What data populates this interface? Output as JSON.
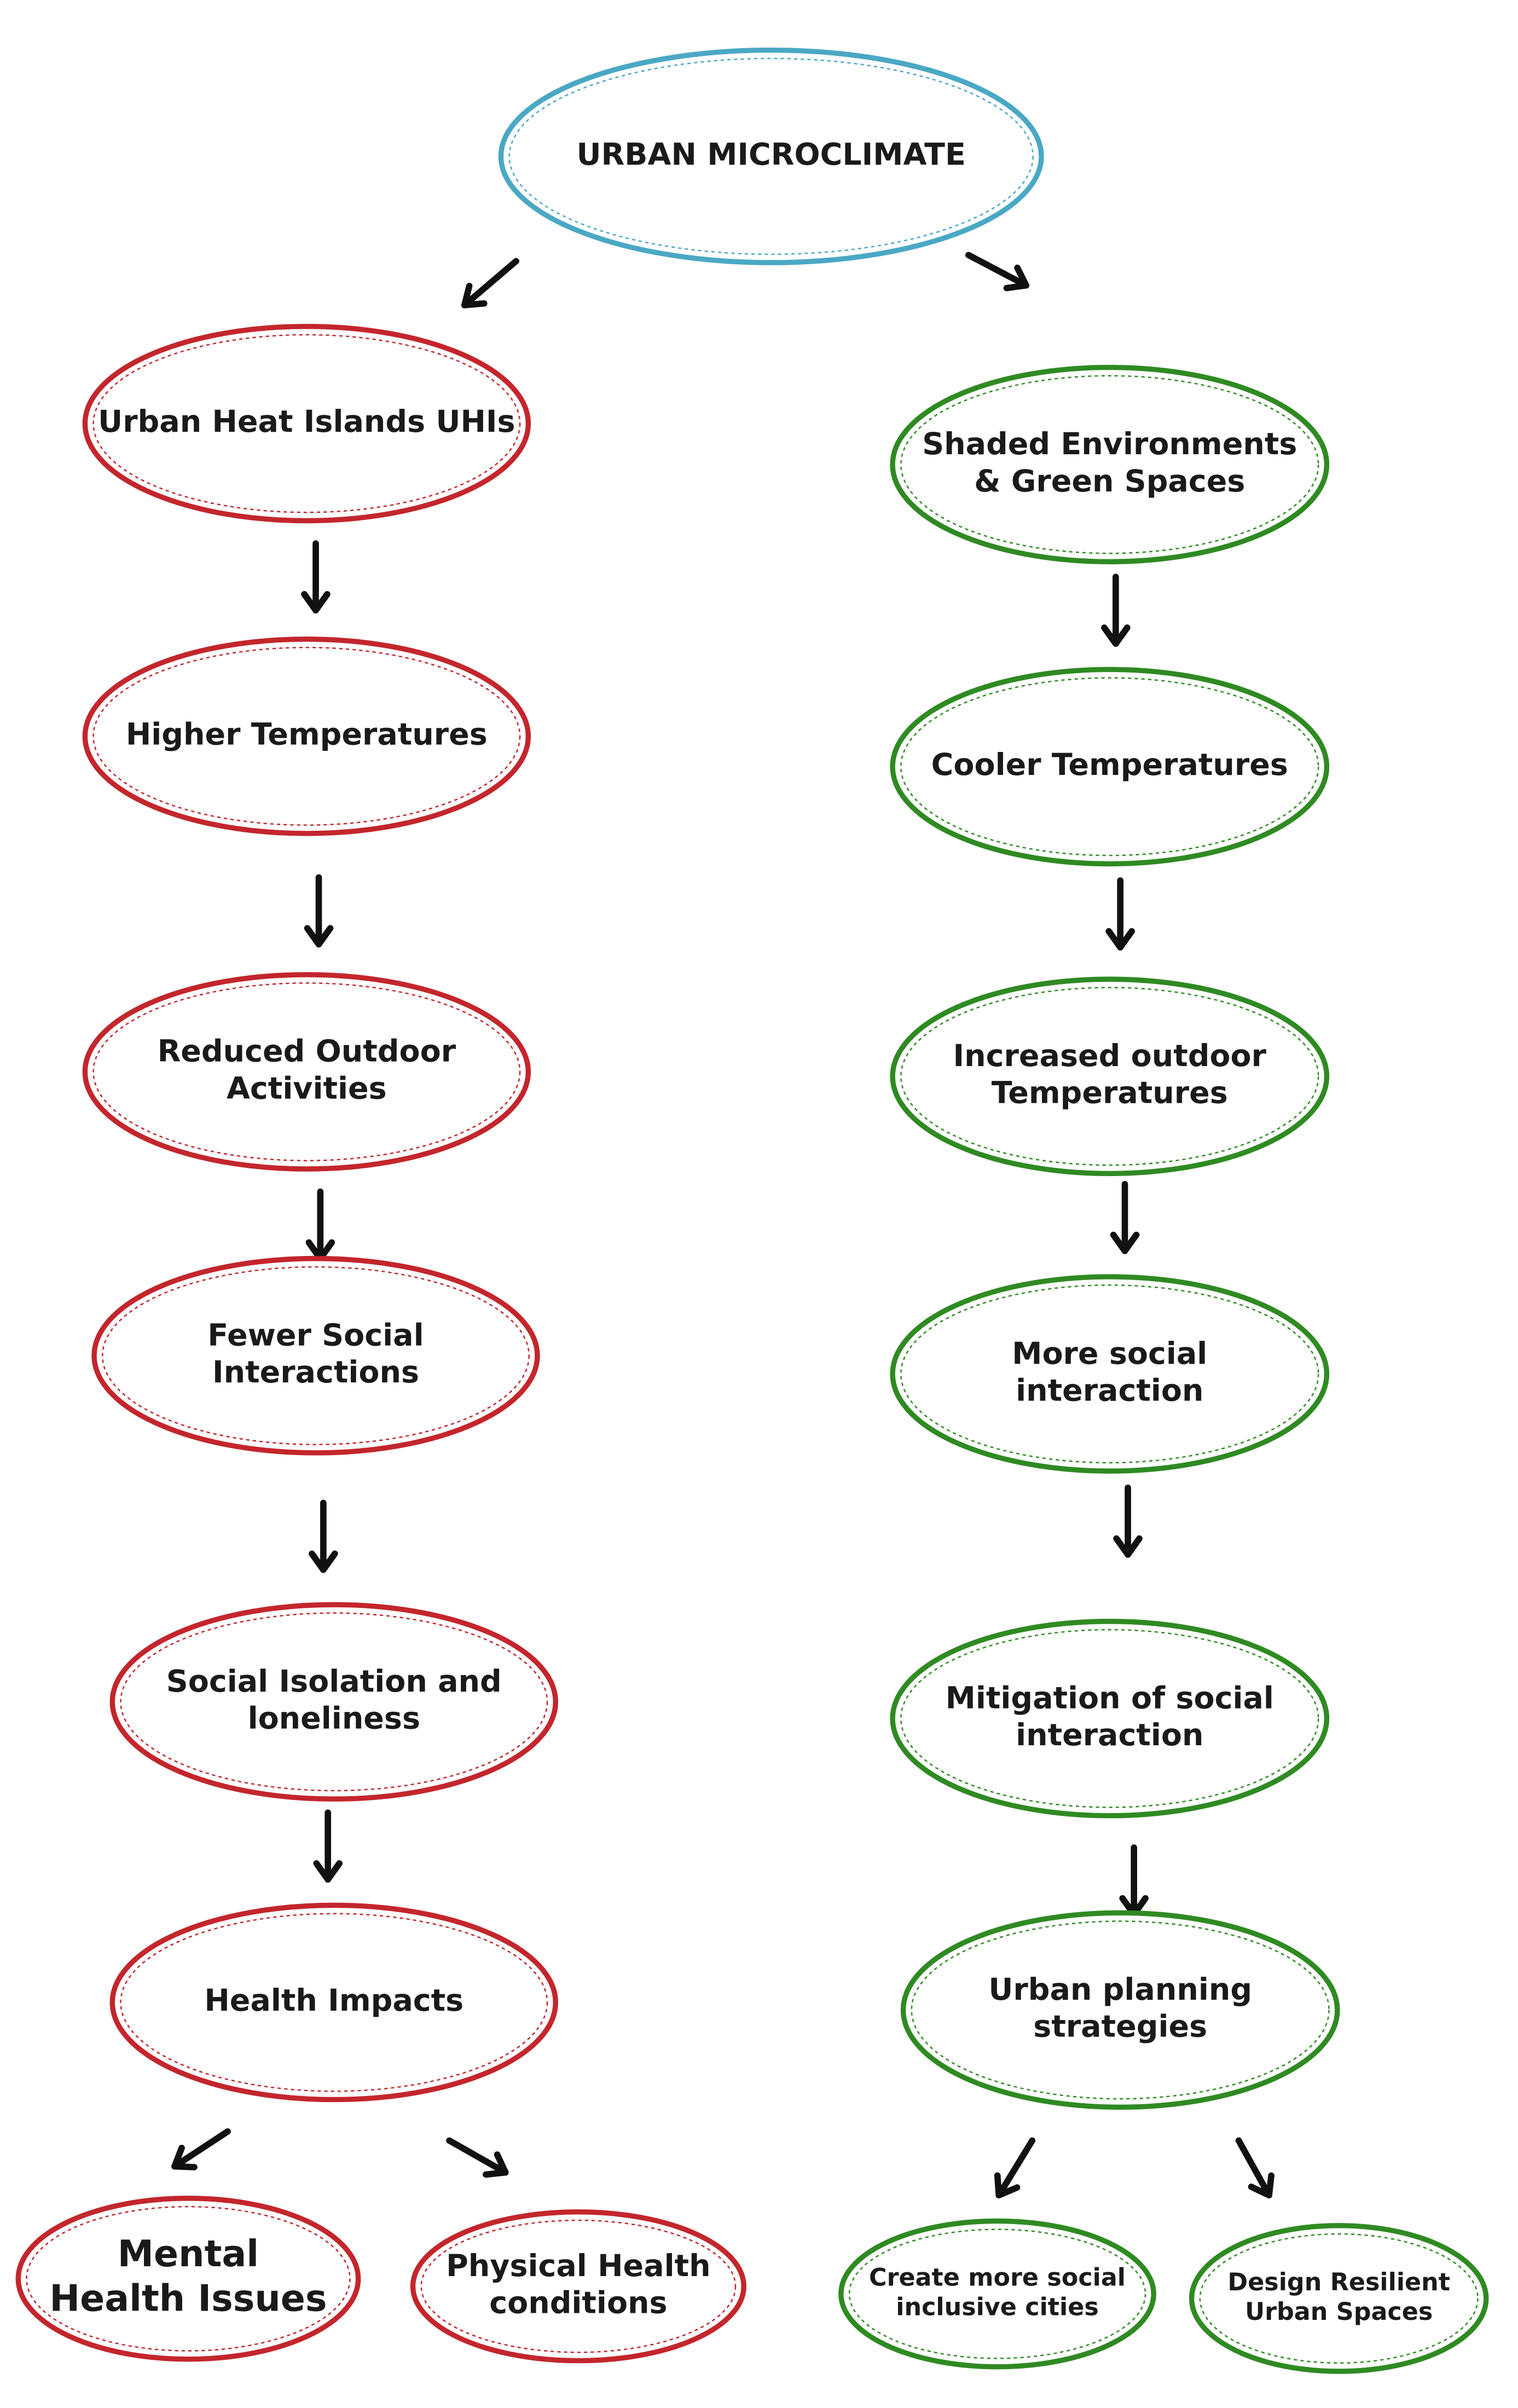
{
  "colors": {
    "root": "#4aa8c4",
    "negative": "#c3262c",
    "positive": "#2f8a22",
    "arrow": "#111111",
    "text": "#1a1a1a"
  },
  "root": {
    "lines": [
      "URBAN MICROCLIMATE"
    ]
  },
  "left_chain": [
    {
      "lines": [
        "Urban Heat Islands UHIs"
      ]
    },
    {
      "lines": [
        "Higher Temperatures"
      ]
    },
    {
      "lines": [
        "Reduced Outdoor",
        "Activities"
      ]
    },
    {
      "lines": [
        "Fewer Social",
        "Interactions"
      ]
    },
    {
      "lines": [
        "Social Isolation and",
        "loneliness"
      ]
    },
    {
      "lines": [
        "Health Impacts"
      ]
    }
  ],
  "left_outcomes": [
    {
      "lines": [
        "Mental",
        "Health Issues"
      ]
    },
    {
      "lines": [
        "Physical Health",
        "conditions"
      ]
    }
  ],
  "right_chain": [
    {
      "lines": [
        "Shaded Environments",
        "& Green Spaces"
      ]
    },
    {
      "lines": [
        "Cooler Temperatures"
      ]
    },
    {
      "lines": [
        "Increased outdoor",
        "Temperatures"
      ]
    },
    {
      "lines": [
        "More social",
        "interaction"
      ]
    },
    {
      "lines": [
        "Mitigation of social",
        "interaction"
      ]
    },
    {
      "lines": [
        "Urban planning",
        "strategies"
      ]
    }
  ],
  "right_outcomes": [
    {
      "lines": [
        "Create more social",
        "inclusive cities"
      ]
    },
    {
      "lines": [
        "Design Resilient",
        "Urban Spaces"
      ]
    }
  ]
}
